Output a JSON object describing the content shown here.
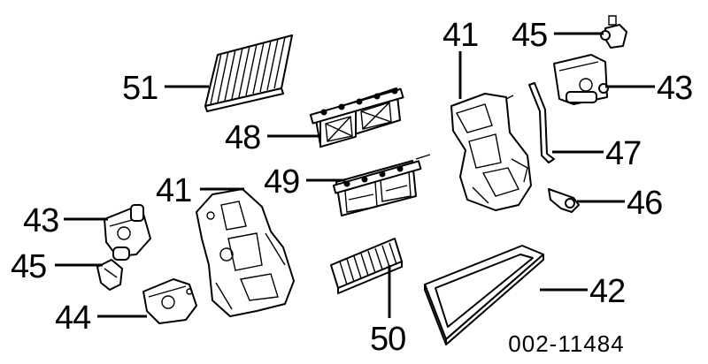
{
  "diagram_code": "002-11484",
  "callouts": {
    "c51": "51",
    "c48": "48",
    "c49": "49",
    "c50": "50",
    "c41_top": "41",
    "c41_left": "41",
    "c45_top": "45",
    "c45_left": "45",
    "c43_top": "43",
    "c43_left": "43",
    "c47": "47",
    "c46": "46",
    "c42": "42",
    "c44": "44"
  }
}
